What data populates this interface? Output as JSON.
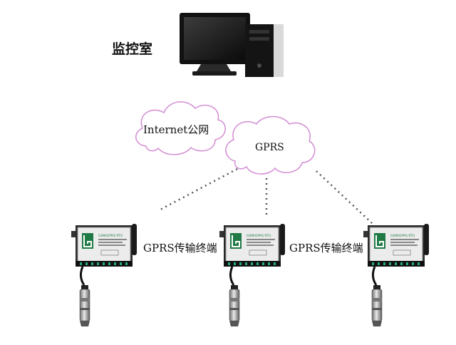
{
  "monitor_room": {
    "label": "监控室",
    "icon": "desktop-computer-icon"
  },
  "clouds": [
    {
      "label": "Internet公网",
      "color": "#d592d5"
    },
    {
      "label": "GPRS",
      "color": "#d592d5"
    }
  ],
  "terminals": {
    "label": "GPRS传输终端",
    "count": 3,
    "icon": "rtu-module-icon",
    "sensor_icon": "water-level-sensor-icon",
    "device_text": "GSM/GPRS RTU"
  },
  "colors": {
    "link": "#555555",
    "cloud_stroke": "#d592d5",
    "device_green": "#1f7a45"
  }
}
